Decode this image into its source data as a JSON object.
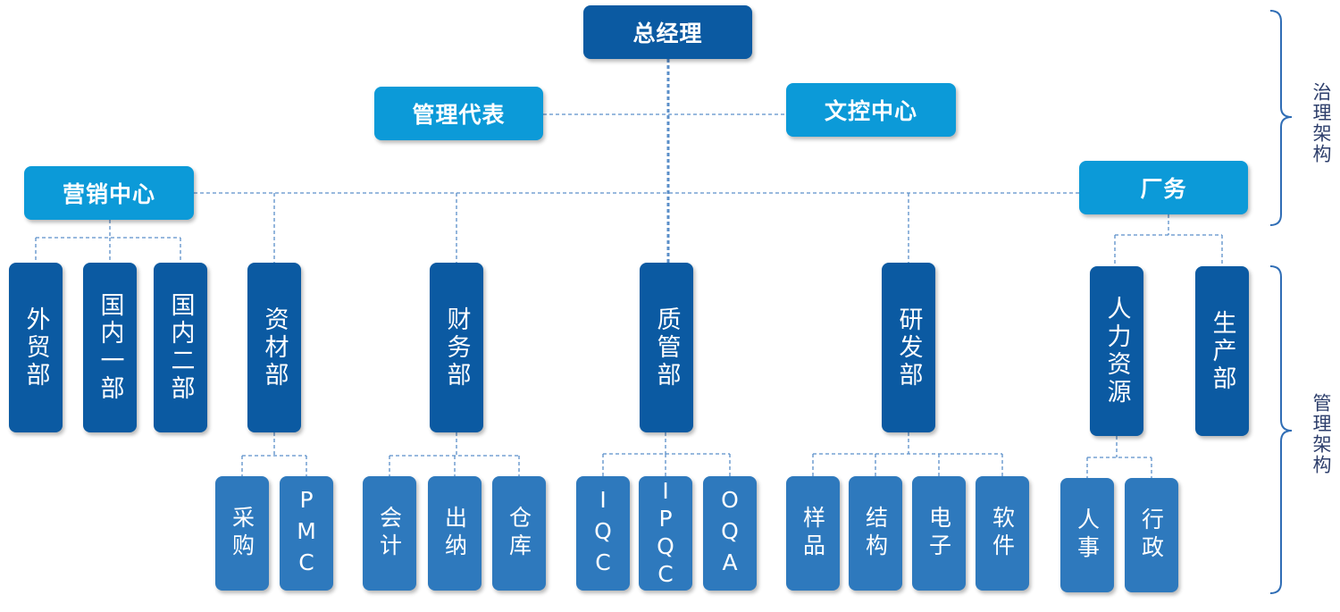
{
  "top": {
    "gm": "总经理",
    "rep": "管理代表",
    "doc": "文控中心"
  },
  "level2": {
    "marketing": "营销中心",
    "factory": "厂务"
  },
  "departments": {
    "foreign": "外贸部",
    "domestic1": "国内一部",
    "domestic2": "国内二部",
    "materials": "资材部",
    "finance": "财务部",
    "quality": "质管部",
    "rnd": "研发部",
    "hr": "人力资源",
    "production": "生产部"
  },
  "sub_units": {
    "purchasing": "采购",
    "pmc": "PMC",
    "accounting": "会计",
    "cashier": "出纳",
    "warehouse": "仓库",
    "iqc": "IQC",
    "ipqc": "IPQC",
    "oqa": "OQA",
    "sample": "样品",
    "structure": "结构",
    "electronics": "电子",
    "software": "软件",
    "personnel": "人事",
    "admin": "行政"
  },
  "side_labels": {
    "governance": "治理架构",
    "management": "管理架构"
  },
  "colors": {
    "dark": "#0b5aa2",
    "light": "#0c9ad8",
    "mid": "#2e79bd",
    "connector": "#5b8fc9",
    "bracket": "#2f6db5"
  }
}
